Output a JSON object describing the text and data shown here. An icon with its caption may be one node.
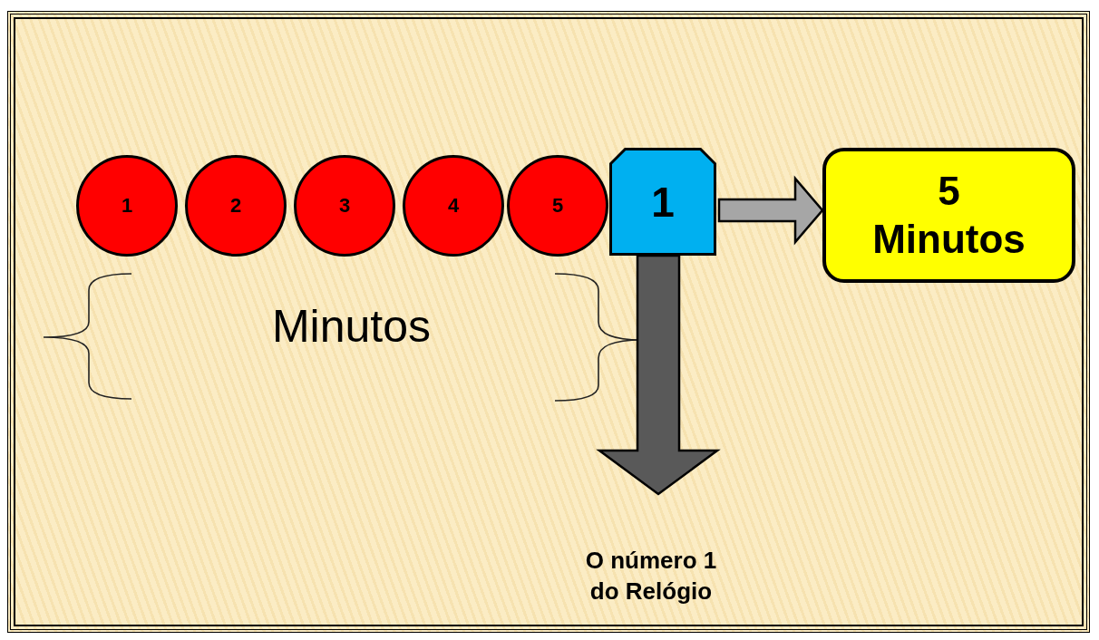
{
  "diagram": {
    "nodes": [
      {
        "text": [
          "1"
        ]
      },
      {
        "text": [
          "2"
        ]
      },
      {
        "text": [
          "3"
        ]
      },
      {
        "text": [
          "4"
        ]
      },
      {
        "text": [
          "5"
        ]
      },
      {
        "text": [
          "1"
        ]
      },
      {
        "text": [
          "5 Minutos"
        ]
      },
      {
        "text": [
          "O número 1 do Relógio"
        ]
      }
    ],
    "edges": [
      {
        "from": 5,
        "to": 6,
        "arrow": "to",
        "style": "thick",
        "color": "#a6a6a6"
      },
      {
        "from": 5,
        "to": 7,
        "arrow": "to",
        "style": "thick",
        "color": "#595959"
      }
    ],
    "labels": [
      "Minutos"
    ]
  }
}
